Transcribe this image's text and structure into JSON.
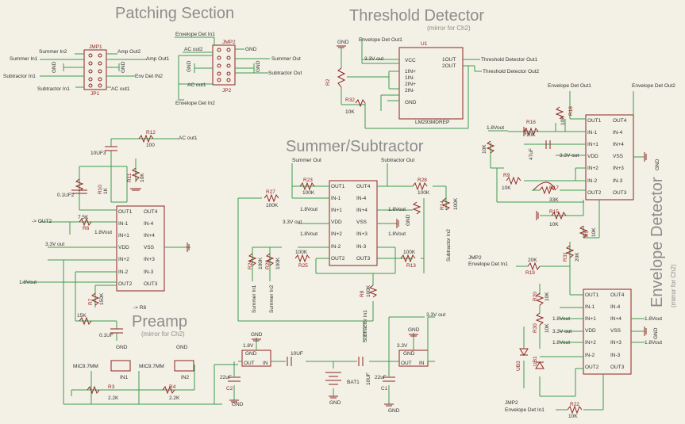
{
  "sections": {
    "patching": "Patching Section",
    "threshold": "Threshold Detector",
    "threshold_sub": "(mirror for Ch2)",
    "summer": "Summer/Subtractor",
    "envelope": "Envelope Detector",
    "envelope_sub": "(mirror for Ch2)",
    "preamp": "Preamp",
    "preamp_sub": "(mirror for Ch2)"
  },
  "patching": {
    "jmp1": "JMP1",
    "jp1": "JP1",
    "jmp2": "JMP2",
    "jp2": "JP2",
    "summer_in2": "Summer In2",
    "summer_in1": "Summer In1",
    "subtractor_in1": "Subtractor In1",
    "subtractor_in1b": "Subtractor In1",
    "amp_out2": "Amp Out2",
    "amp_out1": "Amp Out1",
    "env_det_in2": "Env Det IN2",
    "ac_out1": "AC out1",
    "env_det_in1": "Envelope Det In1",
    "ac_out2": "AC out2",
    "ac_out1b": "AC out1",
    "env_det_in2b": "Envelope Det In2",
    "summer_out": "Summer Out",
    "subtractor_out": "Subtractor Out",
    "gnd": "GND"
  },
  "threshold": {
    "u1": "U1",
    "part": "LM293MDREP",
    "vcc": "VCC",
    "out1": "1OUT",
    "out2": "2OUT",
    "in1p": "1IN+",
    "in1m": "1IN-",
    "in2p": "2IN+",
    "in2m": "2IN-",
    "gnd_pin": "GND",
    "env_out1": "Envelope Det Out1",
    "v33": "3.3V out",
    "td_out1": "Threshold Detector Out1",
    "td_out2": "Threshold Detector Out2",
    "r2": "R2",
    "r32": "R32",
    "r32v": "10K",
    "gnd": "GND"
  },
  "summer": {
    "summer_out": "Summer Out",
    "subtractor_out": "Subtractor Out",
    "r23": "R23",
    "r23v": "100K",
    "r27": "R27",
    "r27v": "100K",
    "r28": "R28",
    "r28v": "100K",
    "r14": "R14",
    "r14v": "100K",
    "r24": "R24",
    "r24v": "100K",
    "r26": "R26",
    "r26v": "100K",
    "r25": "R25",
    "r25v": "100K",
    "r13": "R13",
    "r13v": "100K",
    "r8": "R8",
    "r8v": "100K",
    "summer_in1": "Summer In1",
    "summer_in2": "Summer In2",
    "subtractor_in1": "Subtractor In1",
    "subtractor_in2": "Subtractor In2",
    "v18": "1.8Vout",
    "v33": "3.3V out",
    "gnd": "GND",
    "v33b": "3.3V out"
  },
  "preamp": {
    "c10": "10UF3",
    "c01": "0.1UF2",
    "r12": "R12",
    "r12v": "100",
    "ac_out1": "AC out1",
    "r11": "R11",
    "r11v": "10K",
    "r10": "R10",
    "r10v": "1K",
    "out2": "-> OUT2",
    "r6": "R6",
    "r6v": "7.5K",
    "v33": "3.3V out",
    "v18": "1.8Vout",
    "v18b": "1.8Vout",
    "r7": "R7",
    "r7v": "150K",
    "r8": "-> R8",
    "r15k": "15K",
    "c01b": "0.1UF",
    "mic1": "MIC9.7MM",
    "mic2": "MIC9.7MM",
    "in1": "IN1",
    "in2": "IN2",
    "r3": "R3",
    "r3v": "2.2K",
    "r4": "R4",
    "r4v": "2.2K",
    "gnd": "GND",
    "v18c": "1.8V",
    "c22u": "22uF",
    "c2": "C2",
    "c10u": "10UF",
    "bat1": "BAT1",
    "c10ub": "10UF",
    "c22ub": "22uF",
    "c1": "C1",
    "v33c": "3.3V",
    "v33d": "3.3V out",
    "gnd_pin": "GND",
    "out_pin": "OUT",
    "in_pin": "IN"
  },
  "envelope": {
    "env_out1": "Envelope Det Out1",
    "env_out2": "Envelope Det Out2",
    "v18": "1.8Vout",
    "v33": "3.3V out",
    "r16": "R16",
    "r16v": "10K",
    "r18": "R18",
    "r18v": "10K",
    "c4": "47uF",
    "r9": "R9",
    "r9v": "10K",
    "r17": "R17",
    "r17v": "33K",
    "r15": "R15",
    "r15v": "10K",
    "r5": "R5",
    "r5v": "10K",
    "jmp2a": "JMP2",
    "env_in1a": "Envelope Det In1",
    "r19": "R19",
    "r19v": "20K",
    "r31": "R31",
    "r31v": "20K",
    "r20": "R20",
    "r20v": "10K",
    "r30": "R30",
    "r30v": "10K",
    "ub3": "UB3",
    "ub1": "UB1",
    "jmp2b": "JMP2",
    "env_in1b": "Envelope Det In1",
    "r22": "R22",
    "r22v": "10K",
    "r10k": "10K",
    "gnd": "GND"
  },
  "opamp": {
    "out1": "OUT1",
    "out4": "OUT4",
    "in1m": "IN-1",
    "in4m": "IN-4",
    "in1p": "IN+1",
    "in4p": "IN+4",
    "vdd": "VDD",
    "vss": "VSS",
    "in2p": "IN+2",
    "in3p": "IN+3",
    "in2m": "IN-2",
    "in3m": "IN-3",
    "out2": "OUT2",
    "out3": "OUT3"
  }
}
